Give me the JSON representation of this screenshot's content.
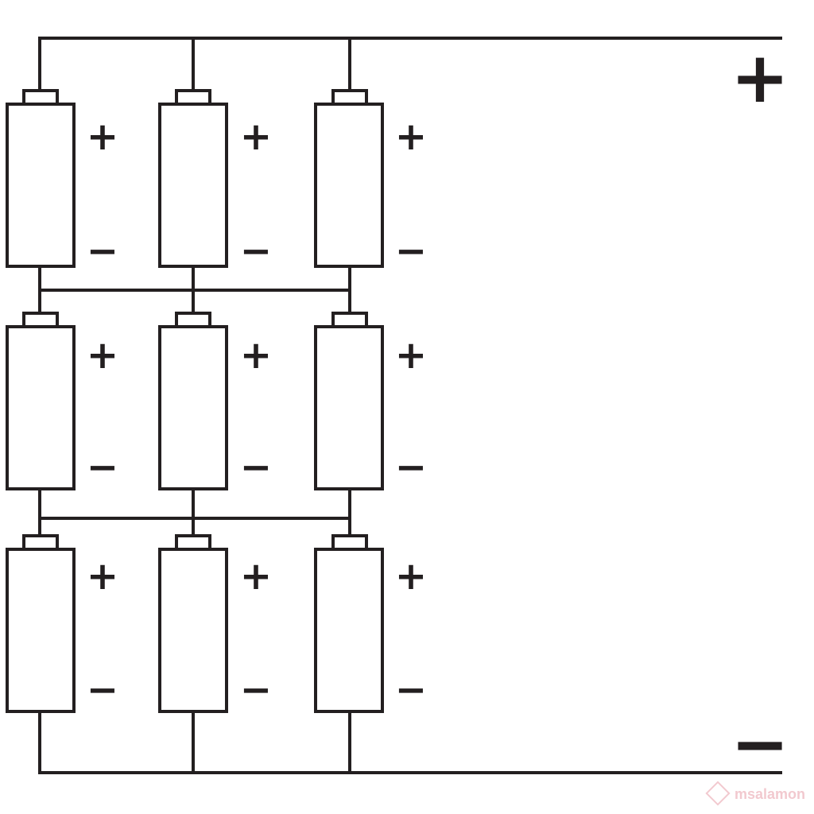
{
  "colors": {
    "line": "#231f20",
    "background": "#ffffff",
    "watermark": "#f2c9cf"
  },
  "terminals": {
    "positive": "+",
    "negative": "−"
  },
  "cell_signs": {
    "positive": "+",
    "negative": "−"
  },
  "grid": {
    "rows": 3,
    "columns": 3
  },
  "watermark": {
    "text": "msalamon",
    "icon": "diamond-m-logo-icon"
  }
}
